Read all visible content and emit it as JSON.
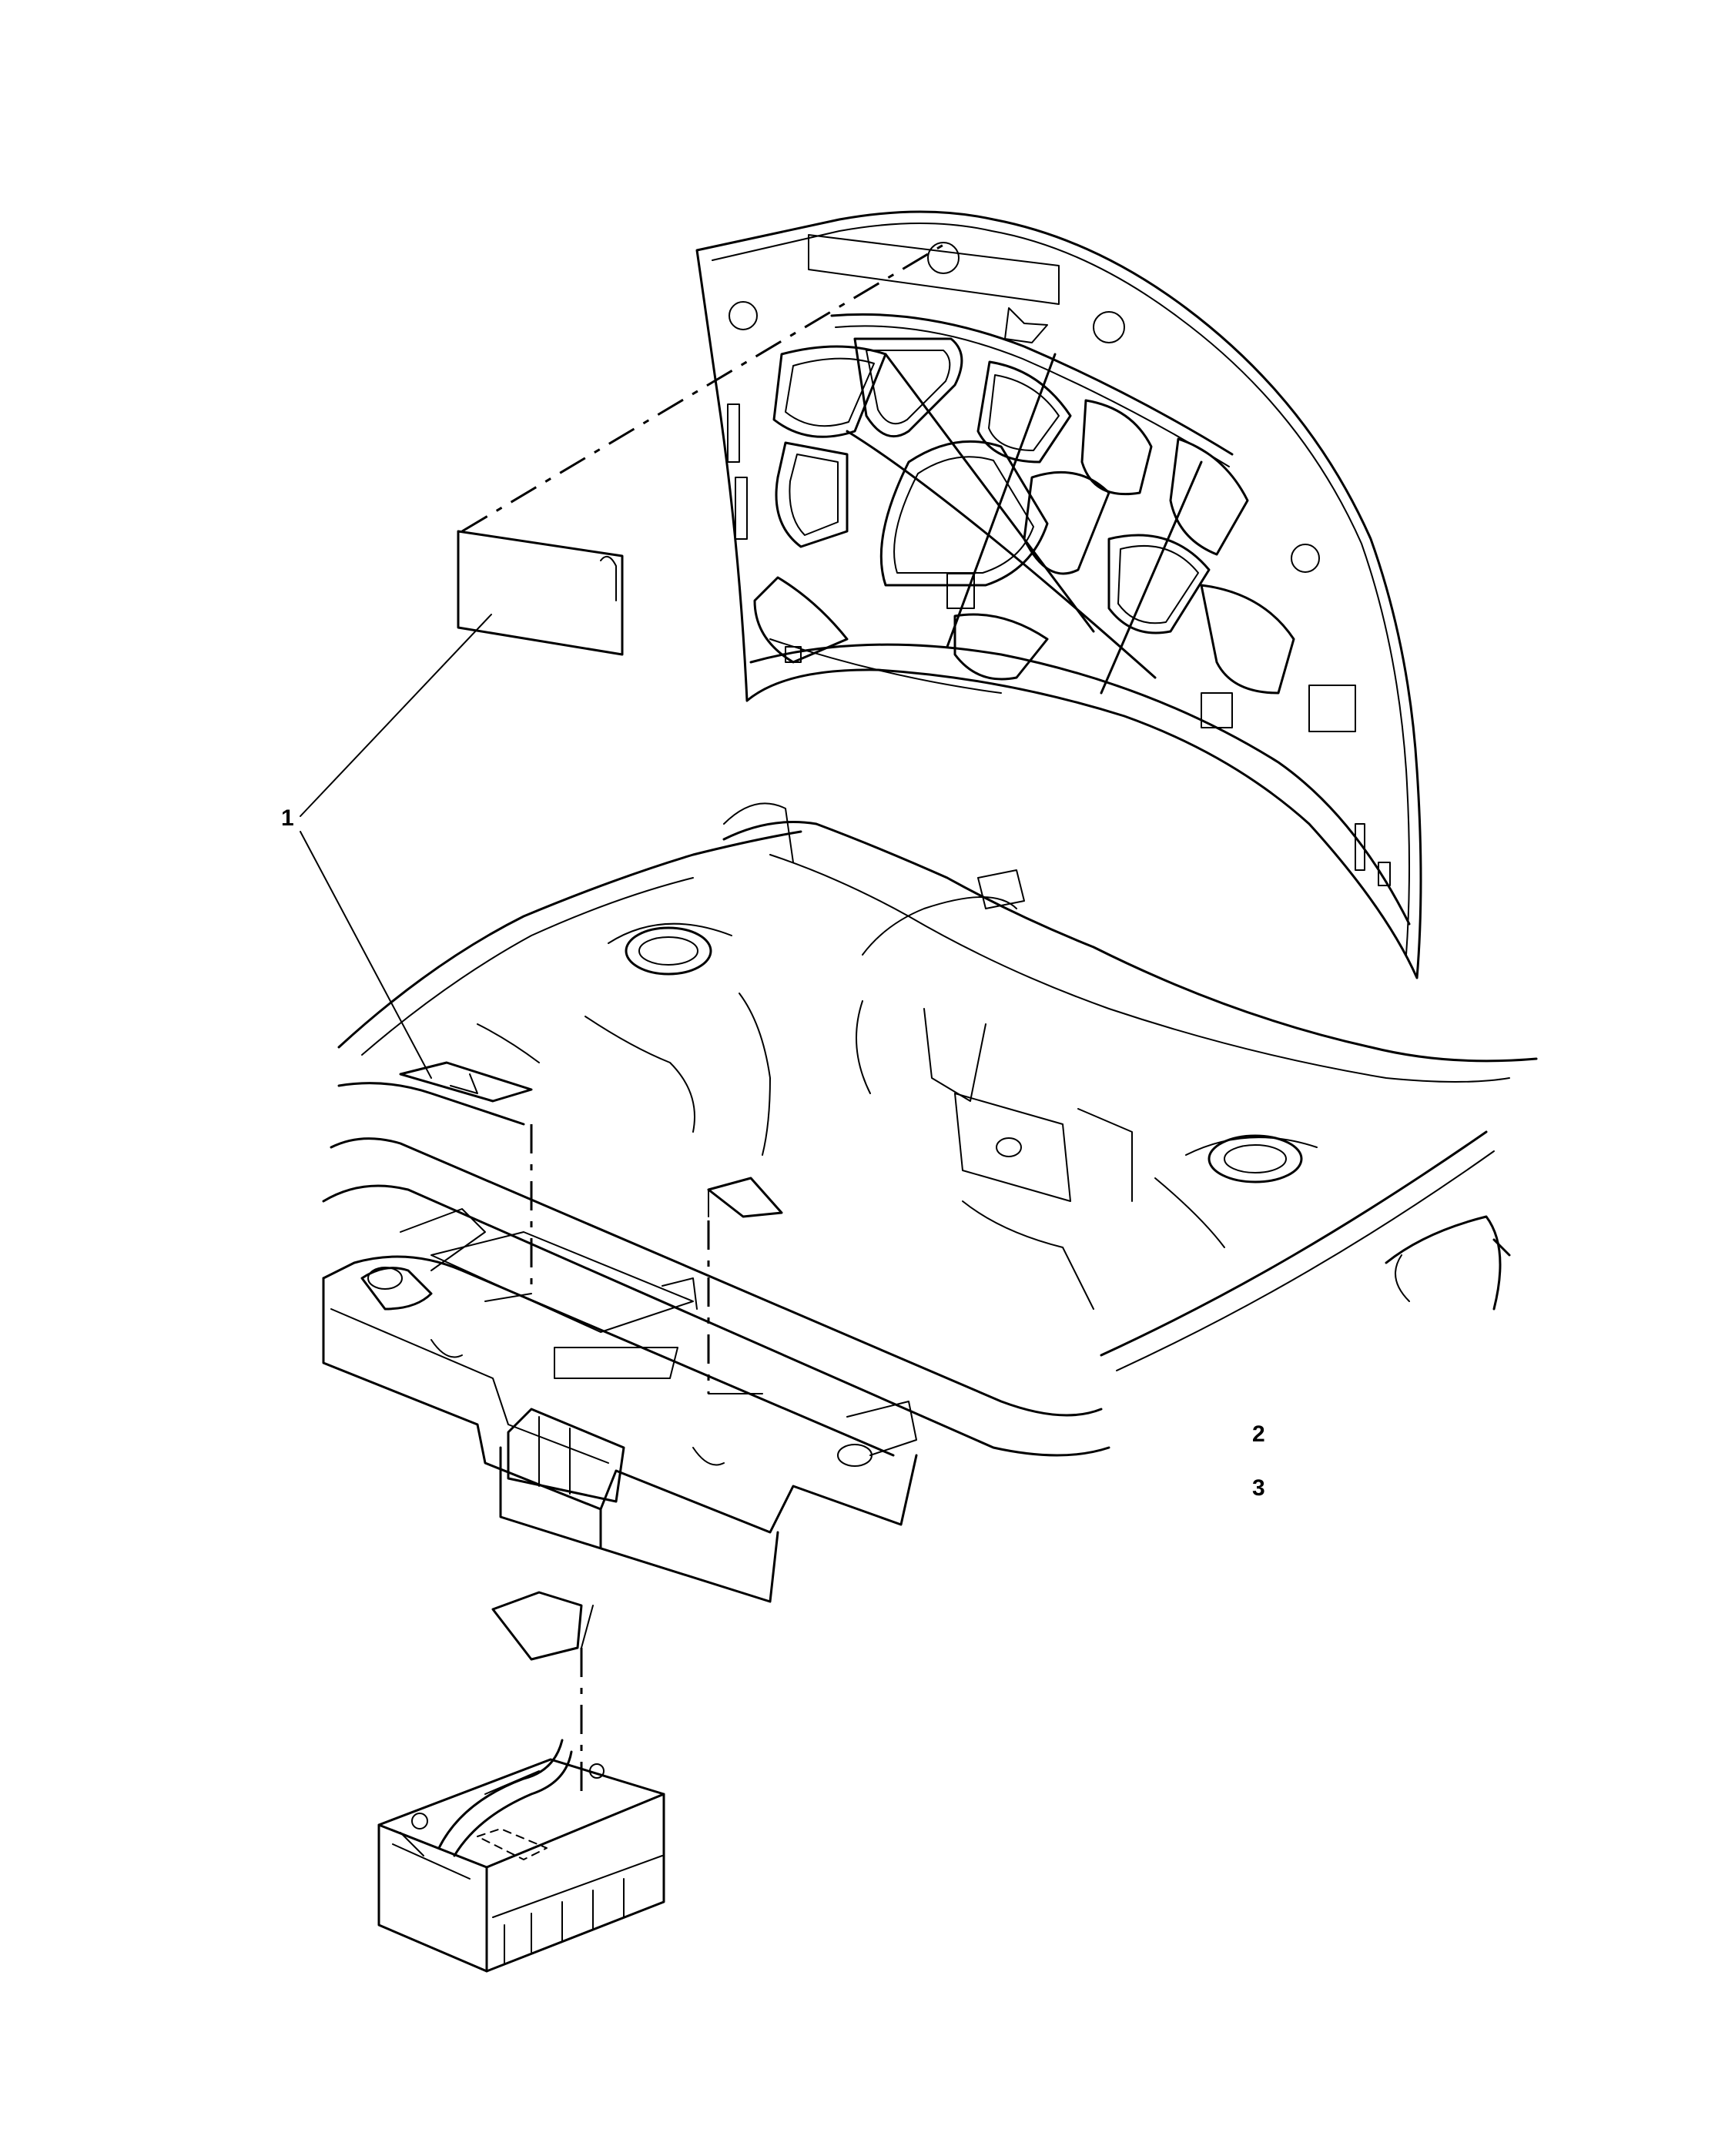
{
  "callouts": [
    {
      "id": "1",
      "label": "1"
    },
    {
      "id": "2",
      "label": "2"
    },
    {
      "id": "3",
      "label": "3"
    }
  ],
  "parts": [
    {
      "name": "hood",
      "icon": "hood-inner-panel-icon"
    },
    {
      "name": "engine-compartment",
      "icon": "engine-bay-icon"
    },
    {
      "name": "radiator-support",
      "icon": "radiator-support-icon"
    },
    {
      "name": "battery",
      "icon": "battery-icon"
    },
    {
      "name": "labels",
      "icon": "label-sticker-icon"
    }
  ],
  "colors": {
    "line": "#000000",
    "background": "#ffffff"
  }
}
